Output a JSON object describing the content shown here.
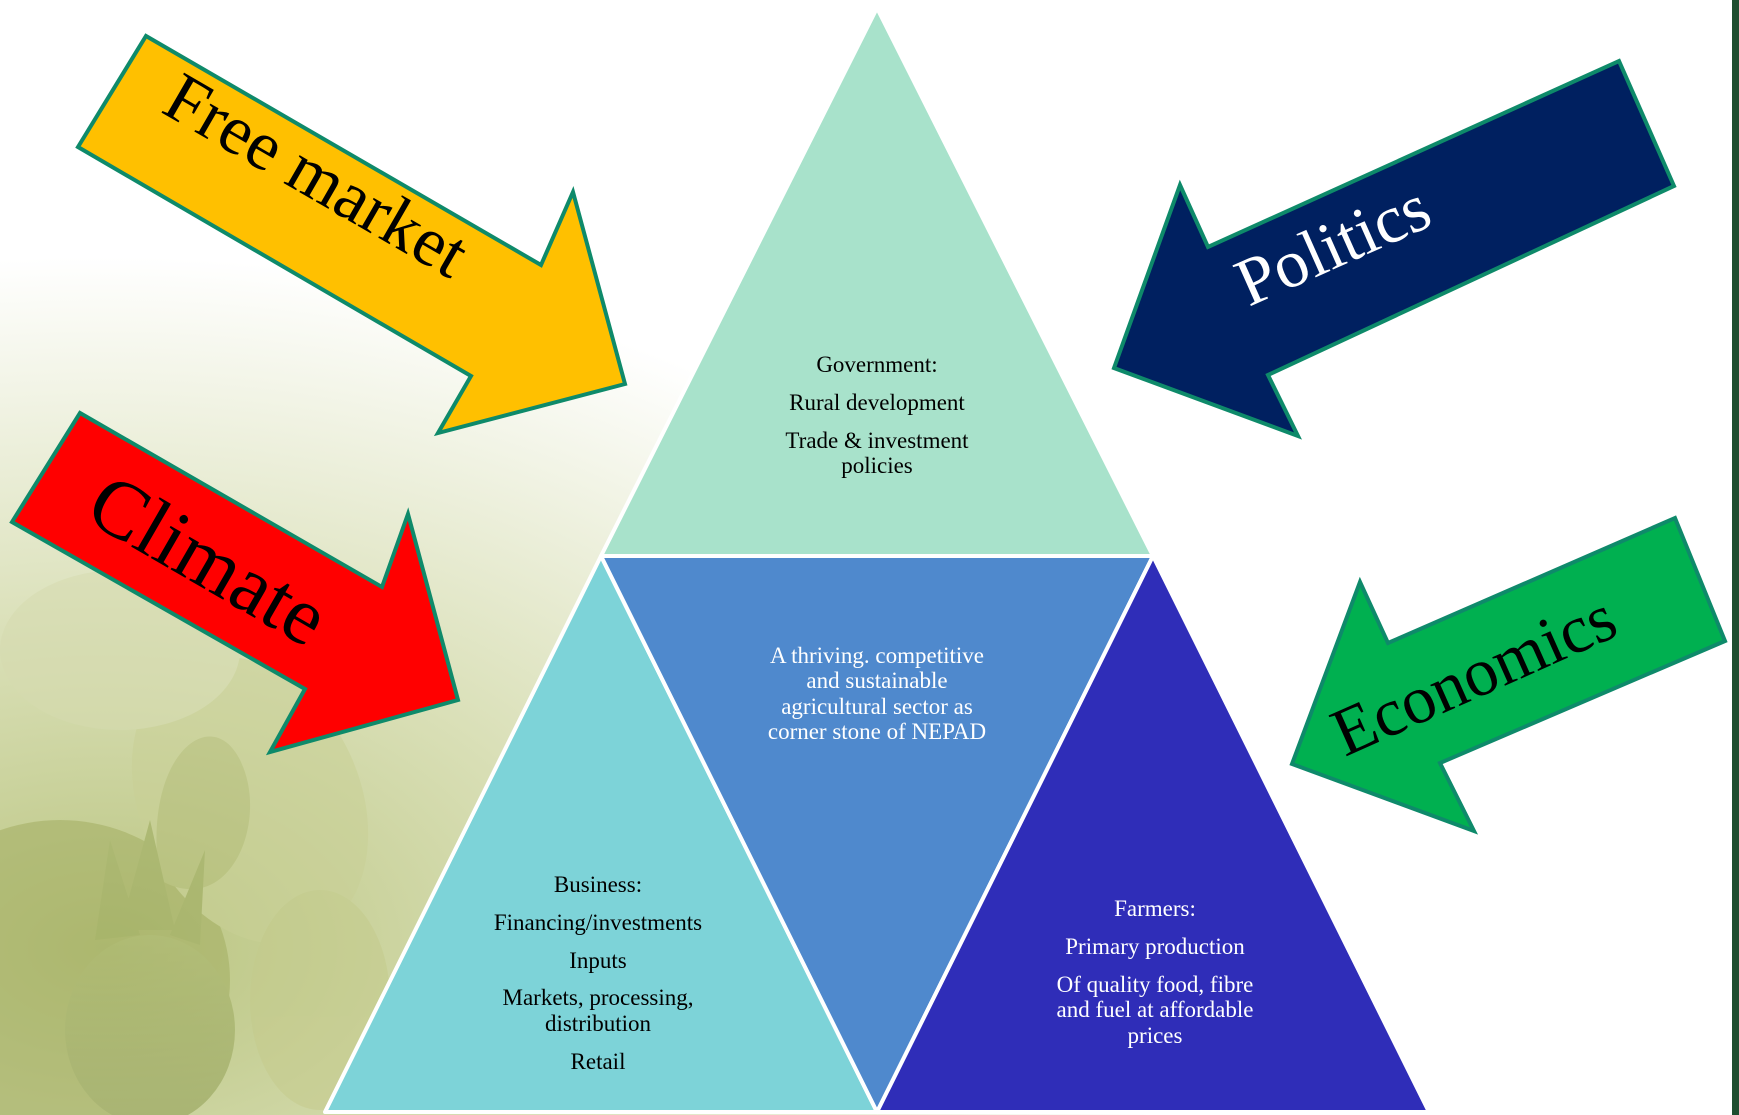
{
  "colors": {
    "top_triangle": "#A8E2CB",
    "left_triangle": "#7DD3D8",
    "center_triangle": "#4F89CD",
    "right_triangle": "#2F2DB8",
    "free_market_arrow": "#FFC000",
    "climate_arrow": "#FF0000",
    "politics_arrow": "#002060",
    "economics_arrow": "#00B050",
    "arrow_border": "#0E8A6A"
  },
  "arrows": {
    "free_market": {
      "label": "Free market"
    },
    "climate": {
      "label": "Climate"
    },
    "politics": {
      "label": "Politics"
    },
    "economics": {
      "label": "Economics"
    }
  },
  "triangles": {
    "government": {
      "heading": "Government:",
      "line1": "Rural development",
      "line2a": "Trade & investment",
      "line2b": "policies"
    },
    "center": {
      "line1": "A thriving. competitive",
      "line2": "and sustainable",
      "line3": "agricultural sector as",
      "line4": "corner stone of NEPAD"
    },
    "business": {
      "heading": "Business:",
      "line1": "Financing/investments",
      "line2": "Inputs",
      "line3a": "Markets, processing,",
      "line3b": "distribution",
      "line4": "Retail"
    },
    "farmers": {
      "heading": "Farmers:",
      "line1": "Primary production",
      "line2a": "Of quality food, fibre",
      "line2b": "and fuel at affordable",
      "line2c": "prices"
    }
  }
}
